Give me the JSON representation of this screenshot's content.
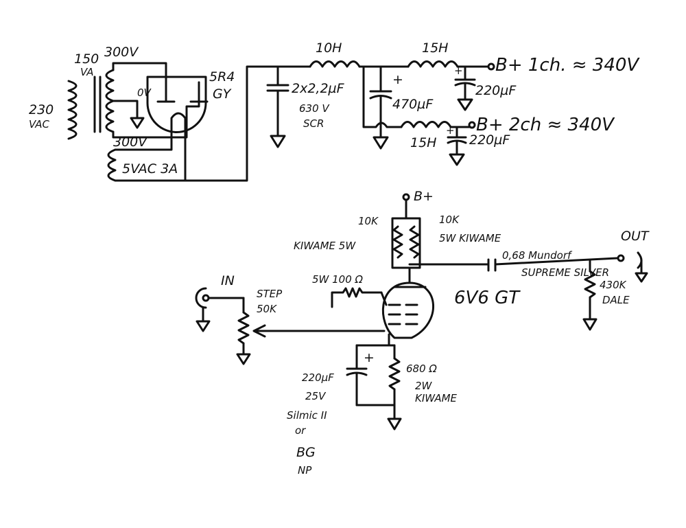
{
  "psu": {
    "transformer": {
      "va": "150",
      "va_unit": "VA",
      "primary_v": "230",
      "primary_unit": "VAC",
      "hv_upper": "300V",
      "center_tap": "0V",
      "hv_lower": "300V",
      "heater": "5VAC 3A"
    },
    "rectifier": {
      "type1": "5R4",
      "type2": "GY"
    },
    "first_cap": {
      "value": "2x2,2µF",
      "rating": "630 V",
      "brand": "SCR"
    },
    "choke1": "10H",
    "reservoir": {
      "value": "470µF",
      "polarity": "+"
    },
    "choke_ch1": "15H",
    "cap_ch1": {
      "value": "220µF",
      "polarity": "+"
    },
    "output_ch1": "B+ 1ch. ≈ 340V",
    "choke_ch2": "15H",
    "cap_ch2": {
      "value": "220µF",
      "polarity": "+"
    },
    "output_ch2": "B+ 2ch ≈ 340V"
  },
  "amp": {
    "bplus": "B+",
    "plate_res_left": {
      "value": "10K",
      "spec": "KIWAME 5W"
    },
    "plate_res_right": {
      "value": "10K",
      "spec": "5W KIWAME"
    },
    "tube": "6V6 GT",
    "grid_stopper": "5W 100 Ω",
    "input": {
      "label": "IN",
      "pot_type": "STEP",
      "pot_value": "50K"
    },
    "coupling_cap": {
      "value": "0,68 Mundorf",
      "type": "SUPREME SILVER"
    },
    "load_res": {
      "value": "430K",
      "brand": "DALE"
    },
    "output": "OUT",
    "cathode_res": {
      "value": "680 Ω",
      "power": "2W",
      "brand": "KIWAME"
    },
    "cathode_cap": {
      "value": "220µF",
      "voltage": "25V",
      "type1": "Silmic II",
      "or": "or",
      "type2": "BG",
      "type3": "NP",
      "polarity": "+"
    }
  }
}
